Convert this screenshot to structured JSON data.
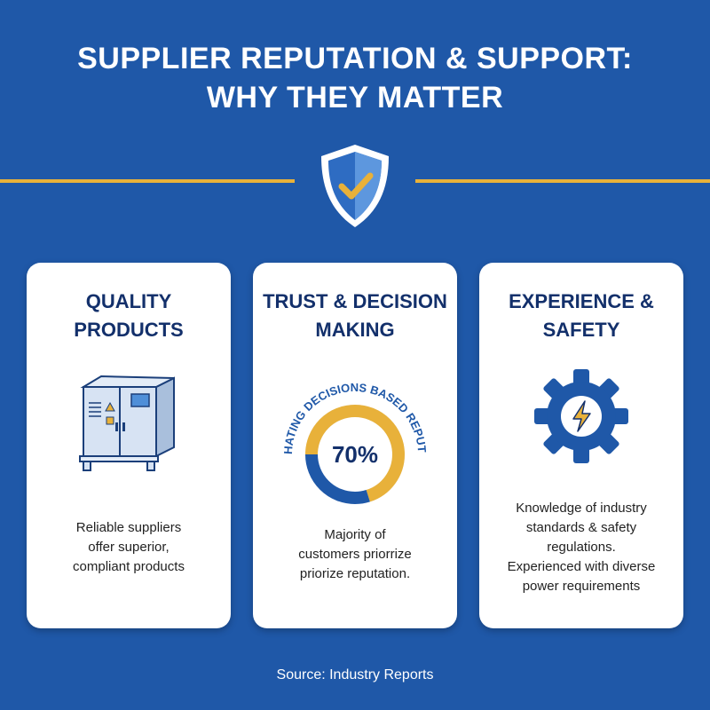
{
  "header": {
    "title_line1": "SUPPLIER REPUTATION & SUPPORT:",
    "title_line2": "WHY THEY MATTER"
  },
  "colors": {
    "background": "#1f58a8",
    "accent": "#e8b13a",
    "card": "#ffffff",
    "heading": "#13306b"
  },
  "cards": [
    {
      "icon": "electrical-cabinet-icon",
      "title_line1": "QUALITY",
      "title_line2": "PRODUCTS",
      "text_lines": [
        "Reliable suppliers",
        "offer superior,",
        "compliant products"
      ]
    },
    {
      "icon": "donut-chart",
      "title_line1": "TRUST & DECISION",
      "title_line2": "MAKING",
      "text_lines": [
        "Majority of",
        "customers priorrize",
        "priorize reputation."
      ]
    },
    {
      "icon": "gear-lightning-icon",
      "title_line1": "EXPERIENCE &",
      "title_line2": "SAFETY",
      "text_lines": [
        "Knowledge of industry",
        "standards & safety",
        "regulations.",
        "Experienced with diverse",
        "power requirements"
      ]
    }
  ],
  "chart_data": {
    "type": "pie",
    "title": "PURCHATING DECISIONS BASED REPUTATION",
    "center_label": "70%",
    "values": [
      70,
      30
    ],
    "colors": [
      "#e8b13a",
      "#1f58a8"
    ]
  },
  "footer": {
    "source": "Source: Industry Reports"
  }
}
